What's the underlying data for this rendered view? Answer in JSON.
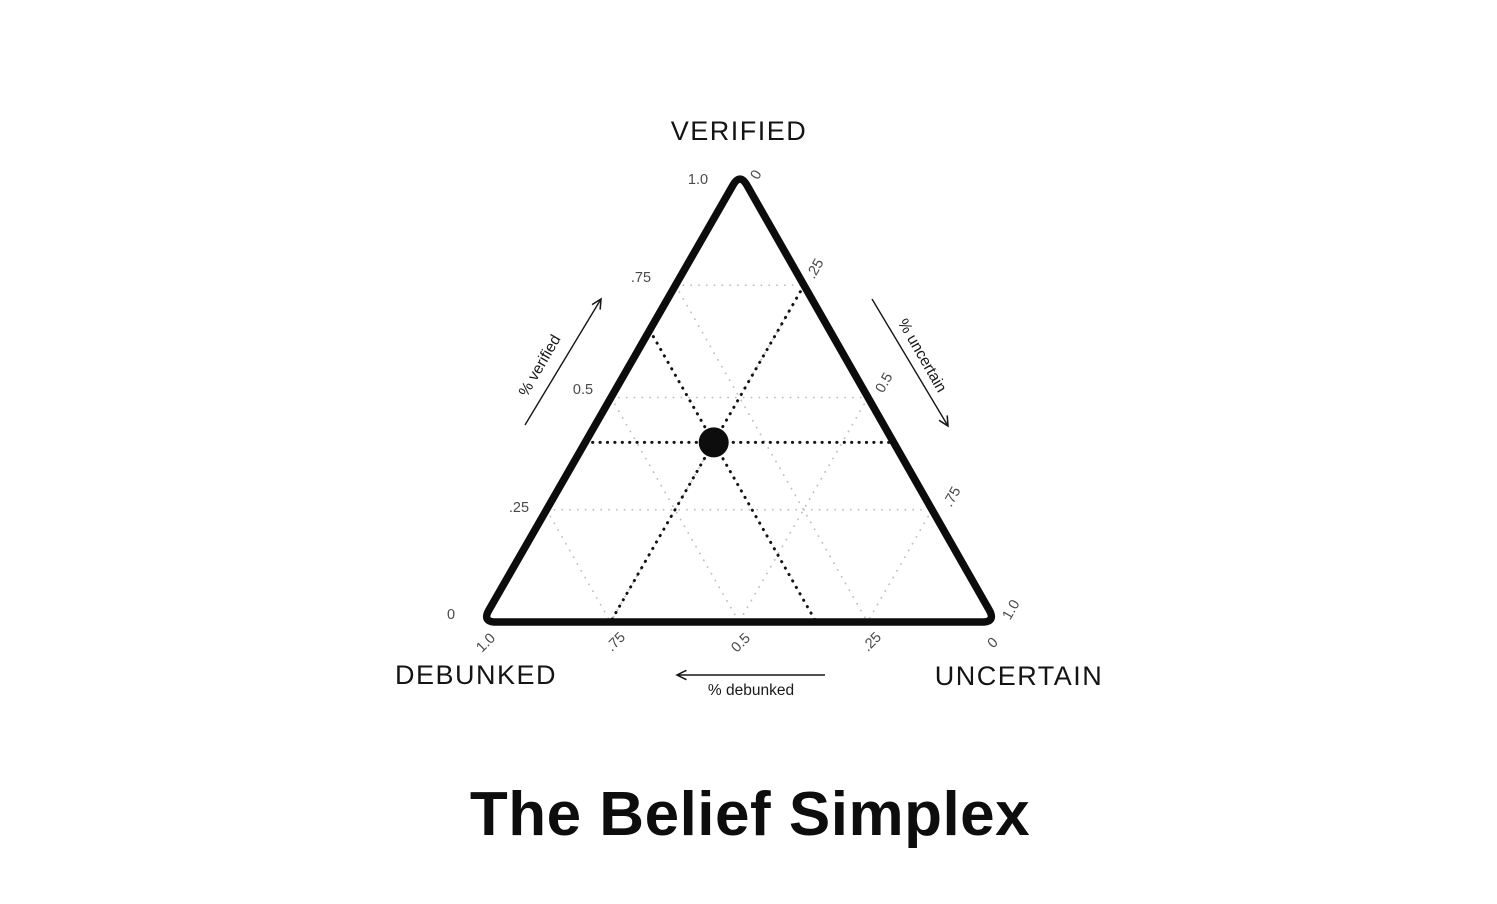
{
  "chart_data": {
    "type": "scatter",
    "subtype": "ternary-simplex",
    "title": "The Belief Simplex",
    "vertices": {
      "top": "VERIFIED",
      "bottom_left": "DEBUNKED",
      "bottom_right": "UNCERTAIN"
    },
    "axes": {
      "verified": {
        "label": "% verified",
        "edge": "left",
        "ticks": [
          "1.0",
          ".75",
          "0.5",
          ".25",
          "0"
        ],
        "range": [
          0,
          1
        ]
      },
      "uncertain": {
        "label": "% uncertain",
        "edge": "right",
        "ticks": [
          "0",
          ".25",
          "0.5",
          ".75",
          "1.0"
        ],
        "range": [
          0,
          1
        ]
      },
      "debunked": {
        "label": "% debunked",
        "edge": "bottom",
        "ticks": [
          "1.0",
          ".75",
          "0.5",
          ".25",
          "0"
        ],
        "range": [
          0,
          1
        ]
      }
    },
    "grid": {
      "interval": 0.25,
      "style": "dotted",
      "color": "#bcbcbc"
    },
    "points": [
      {
        "verified": 0.4,
        "debunked": 0.35,
        "uncertain": 0.25,
        "marker": "filled-circle",
        "radius": 15,
        "color": "#0d0d0d",
        "guide_lines": true
      }
    ],
    "colors": {
      "ink": "#0d0d0d",
      "background": "#ffffff",
      "grid": "#bcbcbc"
    }
  }
}
